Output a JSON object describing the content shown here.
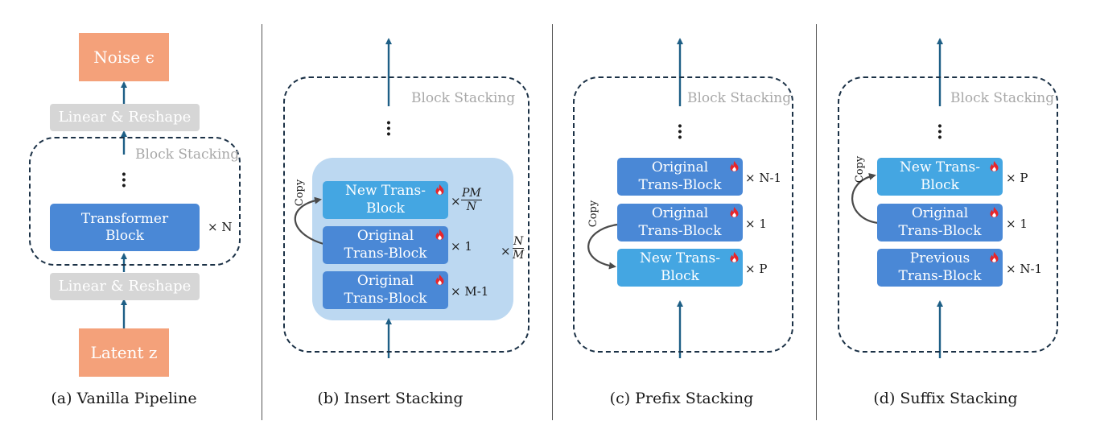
{
  "panel_a": {
    "noise": "Noise ϵ",
    "linear_top": "Linear & Reshape",
    "block_stacking": "Block Stacking",
    "transformer_block": "Transformer Block",
    "mult_n": "× N",
    "linear_bottom": "Linear & Reshape",
    "latent": "Latent z",
    "caption": "(a) Vanilla Pipeline"
  },
  "panel_b": {
    "block_stacking": "Block Stacking",
    "copy": "Copy",
    "new_block": "New Trans-Block",
    "mult_new_prefix": "×",
    "mult_new_num": "PM",
    "mult_new_den": "N",
    "original_block": "Original Trans-Block",
    "mult_original": "× 1",
    "original_block_2": "Original Trans-Block",
    "mult_original_2": "× M-1",
    "mult_group_prefix": "×",
    "mult_group_num": "N",
    "mult_group_den": "M",
    "caption": "(b) Insert Stacking"
  },
  "panel_c": {
    "block_stacking": "Block Stacking",
    "copy": "Copy",
    "block_1": "Original Trans-Block",
    "mult_1": "× N-1",
    "block_2": "Original Trans-Block",
    "mult_2": "× 1",
    "block_3": "New Trans-Block",
    "mult_3": "× P",
    "caption": "(c) Prefix Stacking"
  },
  "panel_d": {
    "block_stacking": "Block Stacking",
    "copy": "Copy",
    "block_1": "New Trans-Block",
    "mult_1": "× P",
    "block_2": "Original Trans-Block",
    "mult_2": "× 1",
    "block_3": "Previous Trans-Block",
    "mult_3": "× N-1",
    "caption": "(d) Suffix Stacking"
  },
  "colors": {
    "arrow": "#1e5f86",
    "dashed_border": "#1b3146",
    "orange": "#f4a17a",
    "gray": "#d6d6d6",
    "block_blue": "#4a88d6",
    "new_block_blue": "#44a6e2",
    "insert_group_bg": "#bcd8f1",
    "flame": "#e8252a"
  }
}
